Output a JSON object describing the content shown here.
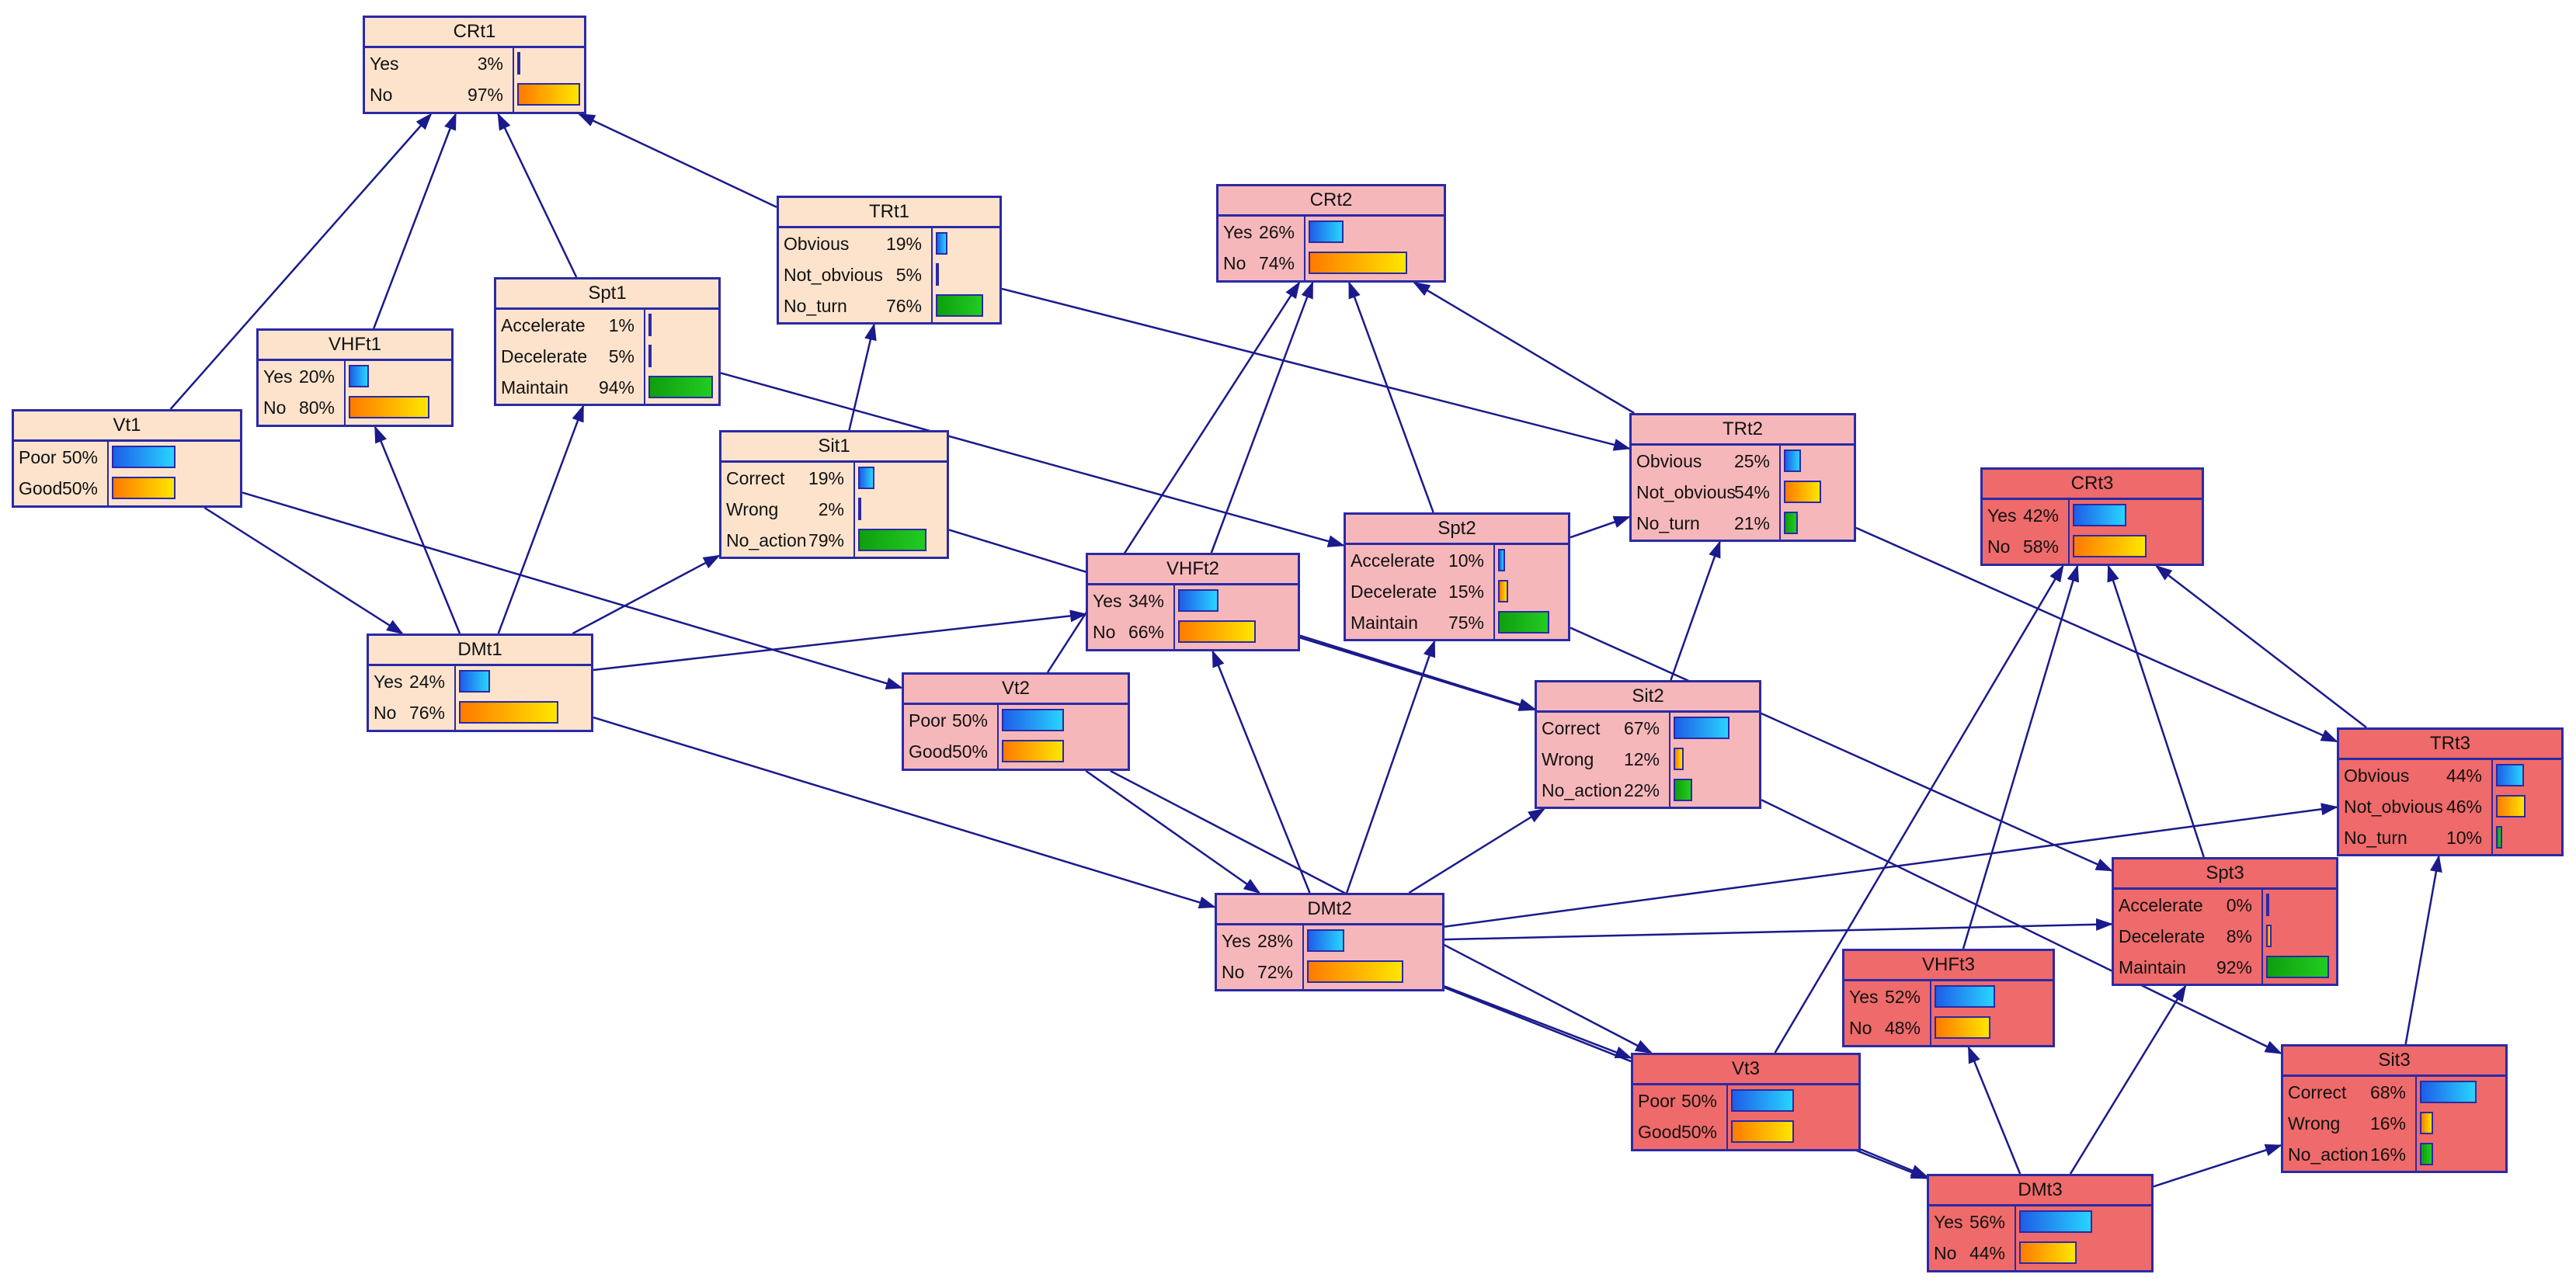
{
  "colors": {
    "t1_fill": "#fde3cc",
    "t2_fill": "#f6b7bb",
    "t3_fill": "#ef6a6a",
    "border": "#2a2aa6",
    "edge": "#1a1a8c",
    "bar_blue": "#1e7df0",
    "bar_orange": "#ffb000",
    "bar_green": "#18b818"
  },
  "nodes": [
    {
      "id": "CRt1",
      "title": "CRt1",
      "slice": "t1",
      "states": [
        {
          "label": "Yes",
          "pct": "3%",
          "value": 3,
          "color": "blue"
        },
        {
          "label": "No",
          "pct": "97%",
          "value": 97,
          "color": "orange"
        }
      ]
    },
    {
      "id": "TRt1",
      "title": "TRt1",
      "slice": "t1",
      "states": [
        {
          "label": "Obvious",
          "pct": "19%",
          "value": 19,
          "color": "blue"
        },
        {
          "label": "Not_obvious",
          "pct": "5%",
          "value": 5,
          "color": "orange"
        },
        {
          "label": "No_turn",
          "pct": "76%",
          "value": 76,
          "color": "green"
        }
      ]
    },
    {
      "id": "Spt1",
      "title": "Spt1",
      "slice": "t1",
      "states": [
        {
          "label": "Accelerate",
          "pct": "1%",
          "value": 1,
          "color": "blue"
        },
        {
          "label": "Decelerate",
          "pct": "5%",
          "value": 5,
          "color": "orange"
        },
        {
          "label": "Maintain",
          "pct": "94%",
          "value": 94,
          "color": "green"
        }
      ]
    },
    {
      "id": "VHFt1",
      "title": "VHFt1",
      "slice": "t1",
      "states": [
        {
          "label": "Yes",
          "pct": "20%",
          "value": 20,
          "color": "blue"
        },
        {
          "label": "No",
          "pct": "80%",
          "value": 80,
          "color": "orange"
        }
      ]
    },
    {
      "id": "Vt1",
      "title": "Vt1",
      "slice": "t1",
      "states": [
        {
          "label": "Poor",
          "pct": "50%",
          "value": 50,
          "color": "blue"
        },
        {
          "label": "Good",
          "pct": "50%",
          "value": 50,
          "color": "orange"
        }
      ]
    },
    {
      "id": "Sit1",
      "title": "Sit1",
      "slice": "t1",
      "states": [
        {
          "label": "Correct",
          "pct": "19%",
          "value": 19,
          "color": "blue"
        },
        {
          "label": "Wrong",
          "pct": "2%",
          "value": 2,
          "color": "orange"
        },
        {
          "label": "No_action",
          "pct": "79%",
          "value": 79,
          "color": "green"
        }
      ]
    },
    {
      "id": "DMt1",
      "title": "DMt1",
      "slice": "t1",
      "states": [
        {
          "label": "Yes",
          "pct": "24%",
          "value": 24,
          "color": "blue"
        },
        {
          "label": "No",
          "pct": "76%",
          "value": 76,
          "color": "orange"
        }
      ]
    },
    {
      "id": "CRt2",
      "title": "CRt2",
      "slice": "t2",
      "states": [
        {
          "label": "Yes",
          "pct": "26%",
          "value": 26,
          "color": "blue"
        },
        {
          "label": "No",
          "pct": "74%",
          "value": 74,
          "color": "orange"
        }
      ]
    },
    {
      "id": "TRt2",
      "title": "TRt2",
      "slice": "t2",
      "states": [
        {
          "label": "Obvious",
          "pct": "25%",
          "value": 25,
          "color": "blue"
        },
        {
          "label": "Not_obvious",
          "pct": "54%",
          "value": 54,
          "color": "orange"
        },
        {
          "label": "No_turn",
          "pct": "21%",
          "value": 21,
          "color": "green"
        }
      ]
    },
    {
      "id": "Spt2",
      "title": "Spt2",
      "slice": "t2",
      "states": [
        {
          "label": "Accelerate",
          "pct": "10%",
          "value": 10,
          "color": "blue"
        },
        {
          "label": "Decelerate",
          "pct": "15%",
          "value": 15,
          "color": "orange"
        },
        {
          "label": "Maintain",
          "pct": "75%",
          "value": 75,
          "color": "green"
        }
      ]
    },
    {
      "id": "VHFt2",
      "title": "VHFt2",
      "slice": "t2",
      "states": [
        {
          "label": "Yes",
          "pct": "34%",
          "value": 34,
          "color": "blue"
        },
        {
          "label": "No",
          "pct": "66%",
          "value": 66,
          "color": "orange"
        }
      ]
    },
    {
      "id": "Vt2",
      "title": "Vt2",
      "slice": "t2",
      "states": [
        {
          "label": "Poor",
          "pct": "50%",
          "value": 50,
          "color": "blue"
        },
        {
          "label": "Good",
          "pct": "50%",
          "value": 50,
          "color": "orange"
        }
      ]
    },
    {
      "id": "Sit2",
      "title": "Sit2",
      "slice": "t2",
      "states": [
        {
          "label": "Correct",
          "pct": "67%",
          "value": 67,
          "color": "blue"
        },
        {
          "label": "Wrong",
          "pct": "12%",
          "value": 12,
          "color": "orange"
        },
        {
          "label": "No_action",
          "pct": "22%",
          "value": 22,
          "color": "green"
        }
      ]
    },
    {
      "id": "DMt2",
      "title": "DMt2",
      "slice": "t2",
      "states": [
        {
          "label": "Yes",
          "pct": "28%",
          "value": 28,
          "color": "blue"
        },
        {
          "label": "No",
          "pct": "72%",
          "value": 72,
          "color": "orange"
        }
      ]
    },
    {
      "id": "CRt3",
      "title": "CRt3",
      "slice": "t3",
      "states": [
        {
          "label": "Yes",
          "pct": "42%",
          "value": 42,
          "color": "blue"
        },
        {
          "label": "No",
          "pct": "58%",
          "value": 58,
          "color": "orange"
        }
      ]
    },
    {
      "id": "TRt3",
      "title": "TRt3",
      "slice": "t3",
      "states": [
        {
          "label": "Obvious",
          "pct": "44%",
          "value": 44,
          "color": "blue"
        },
        {
          "label": "Not_obvious",
          "pct": "46%",
          "value": 46,
          "color": "orange"
        },
        {
          "label": "No_turn",
          "pct": "10%",
          "value": 10,
          "color": "green"
        }
      ]
    },
    {
      "id": "Spt3",
      "title": "Spt3",
      "slice": "t3",
      "states": [
        {
          "label": "Accelerate",
          "pct": "0%",
          "value": 0,
          "color": "blue"
        },
        {
          "label": "Decelerate",
          "pct": "8%",
          "value": 8,
          "color": "orange"
        },
        {
          "label": "Maintain",
          "pct": "92%",
          "value": 92,
          "color": "green"
        }
      ]
    },
    {
      "id": "VHFt3",
      "title": "VHFt3",
      "slice": "t3",
      "states": [
        {
          "label": "Yes",
          "pct": "52%",
          "value": 52,
          "color": "blue"
        },
        {
          "label": "No",
          "pct": "48%",
          "value": 48,
          "color": "orange"
        }
      ]
    },
    {
      "id": "Vt3",
      "title": "Vt3",
      "slice": "t3",
      "states": [
        {
          "label": "Poor",
          "pct": "50%",
          "value": 50,
          "color": "blue"
        },
        {
          "label": "Good",
          "pct": "50%",
          "value": 50,
          "color": "orange"
        }
      ]
    },
    {
      "id": "Sit3",
      "title": "Sit3",
      "slice": "t3",
      "states": [
        {
          "label": "Correct",
          "pct": "68%",
          "value": 68,
          "color": "blue"
        },
        {
          "label": "Wrong",
          "pct": "16%",
          "value": 16,
          "color": "orange"
        },
        {
          "label": "No_action",
          "pct": "16%",
          "value": 16,
          "color": "green"
        }
      ]
    },
    {
      "id": "DMt3",
      "title": "DMt3",
      "slice": "t3",
      "states": [
        {
          "label": "Yes",
          "pct": "56%",
          "value": 56,
          "color": "blue"
        },
        {
          "label": "No",
          "pct": "44%",
          "value": 44,
          "color": "orange"
        }
      ]
    }
  ],
  "edges": [
    [
      "Vt1",
      "CRt1"
    ],
    [
      "VHFt1",
      "CRt1"
    ],
    [
      "Spt1",
      "CRt1"
    ],
    [
      "TRt1",
      "CRt1"
    ],
    [
      "Sit1",
      "TRt1"
    ],
    [
      "DMt1",
      "VHFt1"
    ],
    [
      "DMt1",
      "Spt1"
    ],
    [
      "DMt1",
      "Sit1"
    ],
    [
      "Vt1",
      "DMt1"
    ],
    [
      "Vt1",
      "Vt2"
    ],
    [
      "DMt1",
      "DMt2"
    ],
    [
      "TRt1",
      "TRt2"
    ],
    [
      "Spt1",
      "Spt2"
    ],
    [
      "Sit1",
      "Sit2"
    ],
    [
      "DMt1",
      "VHFt2"
    ],
    [
      "VHFt2",
      "CRt2"
    ],
    [
      "Spt2",
      "CRt2"
    ],
    [
      "TRt2",
      "CRt2"
    ],
    [
      "Vt2",
      "CRt2"
    ],
    [
      "Spt2",
      "TRt2"
    ],
    [
      "Sit2",
      "TRt2"
    ],
    [
      "DMt2",
      "VHFt2"
    ],
    [
      "DMt2",
      "Spt2"
    ],
    [
      "DMt2",
      "Sit2"
    ],
    [
      "Vt2",
      "DMt2"
    ],
    [
      "Vt2",
      "Vt3"
    ],
    [
      "DMt2",
      "DMt3"
    ],
    [
      "TRt2",
      "TRt3"
    ],
    [
      "Spt2",
      "Spt3"
    ],
    [
      "Sit2",
      "Sit3"
    ],
    [
      "VHFt2",
      "Sit2"
    ],
    [
      "DMt2",
      "TRt3"
    ],
    [
      "DMt2",
      "Spt3"
    ],
    [
      "DMt2",
      "Vt3"
    ],
    [
      "Vt3",
      "CRt3"
    ],
    [
      "VHFt3",
      "CRt3"
    ],
    [
      "Spt3",
      "CRt3"
    ],
    [
      "TRt3",
      "CRt3"
    ],
    [
      "Sit3",
      "TRt3"
    ],
    [
      "DMt3",
      "VHFt3"
    ],
    [
      "DMt3",
      "Spt3"
    ],
    [
      "DMt3",
      "Sit3"
    ],
    [
      "Vt3",
      "DMt3"
    ]
  ]
}
